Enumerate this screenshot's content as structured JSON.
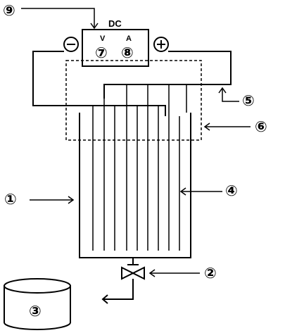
{
  "power_supply": {
    "title": "DC",
    "voltmeter_label": "V",
    "ammeter_label": "A",
    "negative_terminal": "−",
    "positive_terminal": "+"
  },
  "callouts": {
    "n1": "①",
    "n2": "②",
    "n3": "③",
    "n4": "④",
    "n5": "⑤",
    "n6": "⑥",
    "n7": "⑦",
    "n8": "⑧",
    "n9": "⑨"
  },
  "colors": {
    "line": "#000000",
    "background": "#ffffff"
  }
}
